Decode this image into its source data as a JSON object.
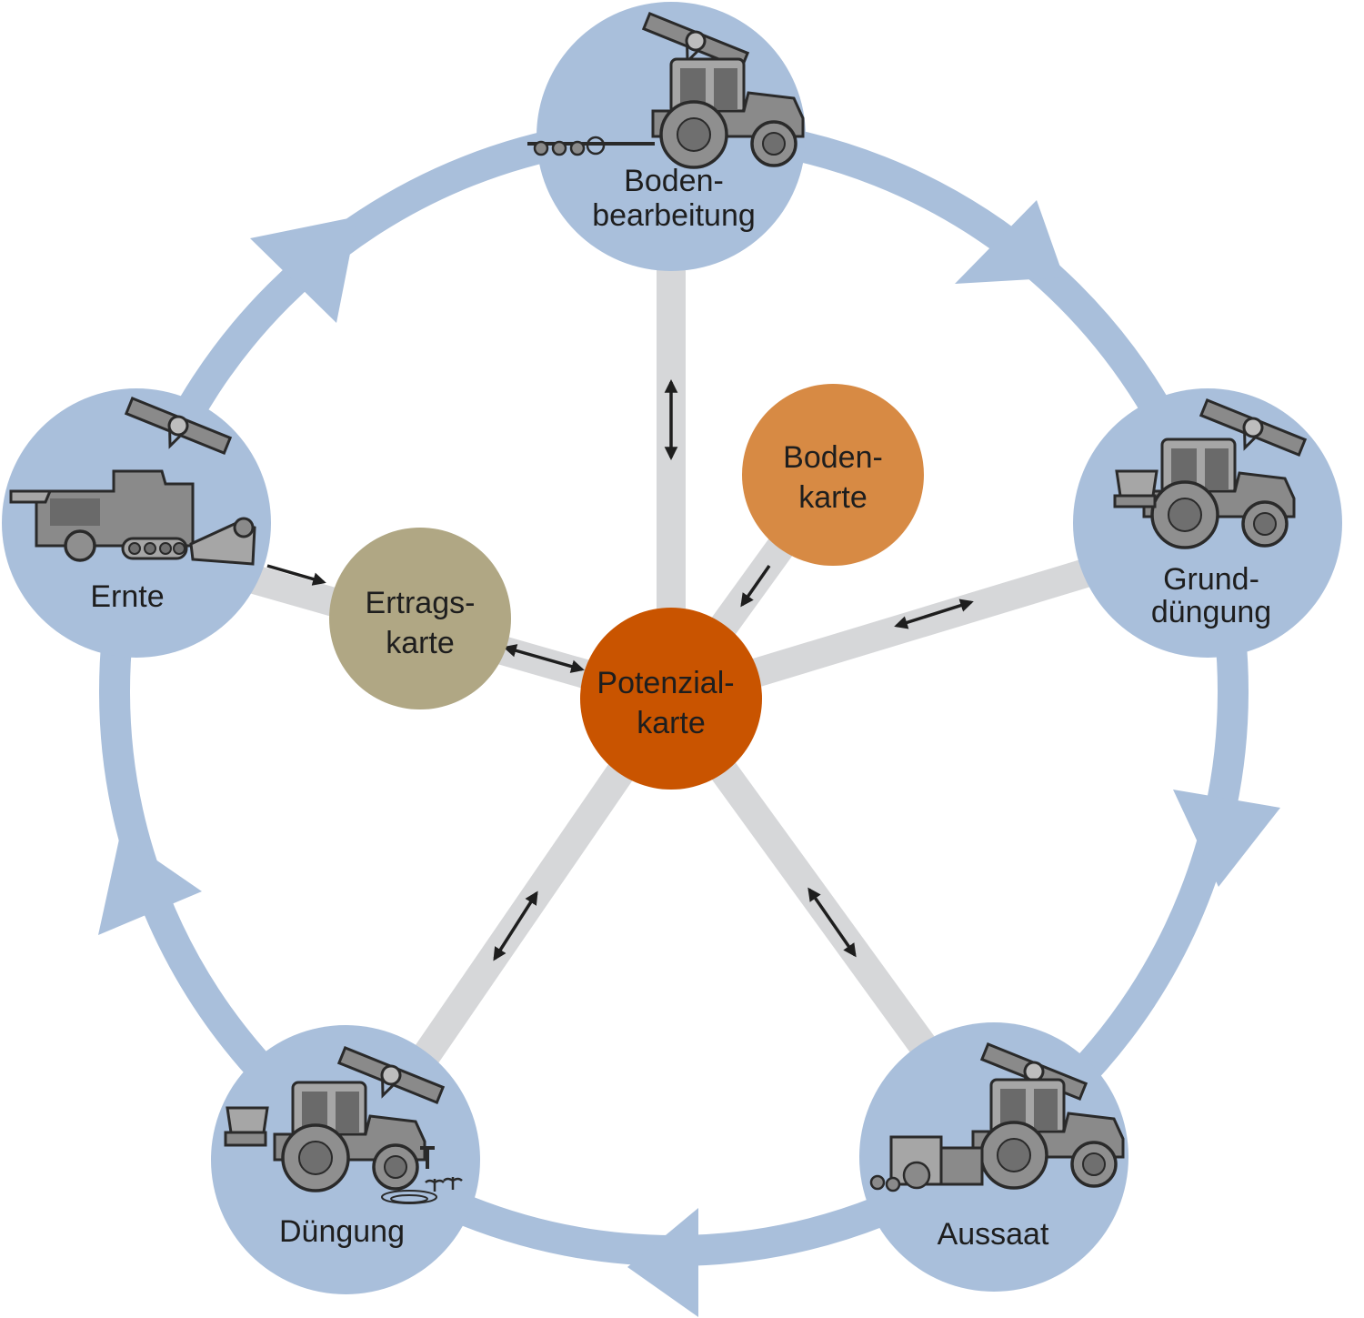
{
  "nodes": {
    "bodenbearbeitung": {
      "line1": "Boden-",
      "line2": "bearbeitung",
      "icon": "tractor-with-cultivator-icon"
    },
    "grundduengung": {
      "line1": "Grund-",
      "line2": "düngung",
      "icon": "tractor-with-spreader-icon"
    },
    "aussaat": {
      "line1": "Aussaat",
      "icon": "tractor-with-seeder-icon"
    },
    "duengung": {
      "line1": "Düngung",
      "icon": "tractor-with-sprayer-icon"
    },
    "ernte": {
      "line1": "Ernte",
      "icon": "combine-harvester-icon"
    },
    "bodenkarte": {
      "line1": "Boden-",
      "line2": "karte"
    },
    "ertragskarte": {
      "line1": "Ertrags-",
      "line2": "karte"
    },
    "potenzialkarte": {
      "line1": "Potenzial-",
      "line2": "karte"
    }
  },
  "colors": {
    "cycle_blue": "#a9bfdb",
    "spoke_grey": "#d6d7d9",
    "potenzialkarte": "#c95400",
    "bodenkarte": "#d78a44",
    "ertragskarte": "#b0a784",
    "arrow": "#1e1e1e"
  }
}
